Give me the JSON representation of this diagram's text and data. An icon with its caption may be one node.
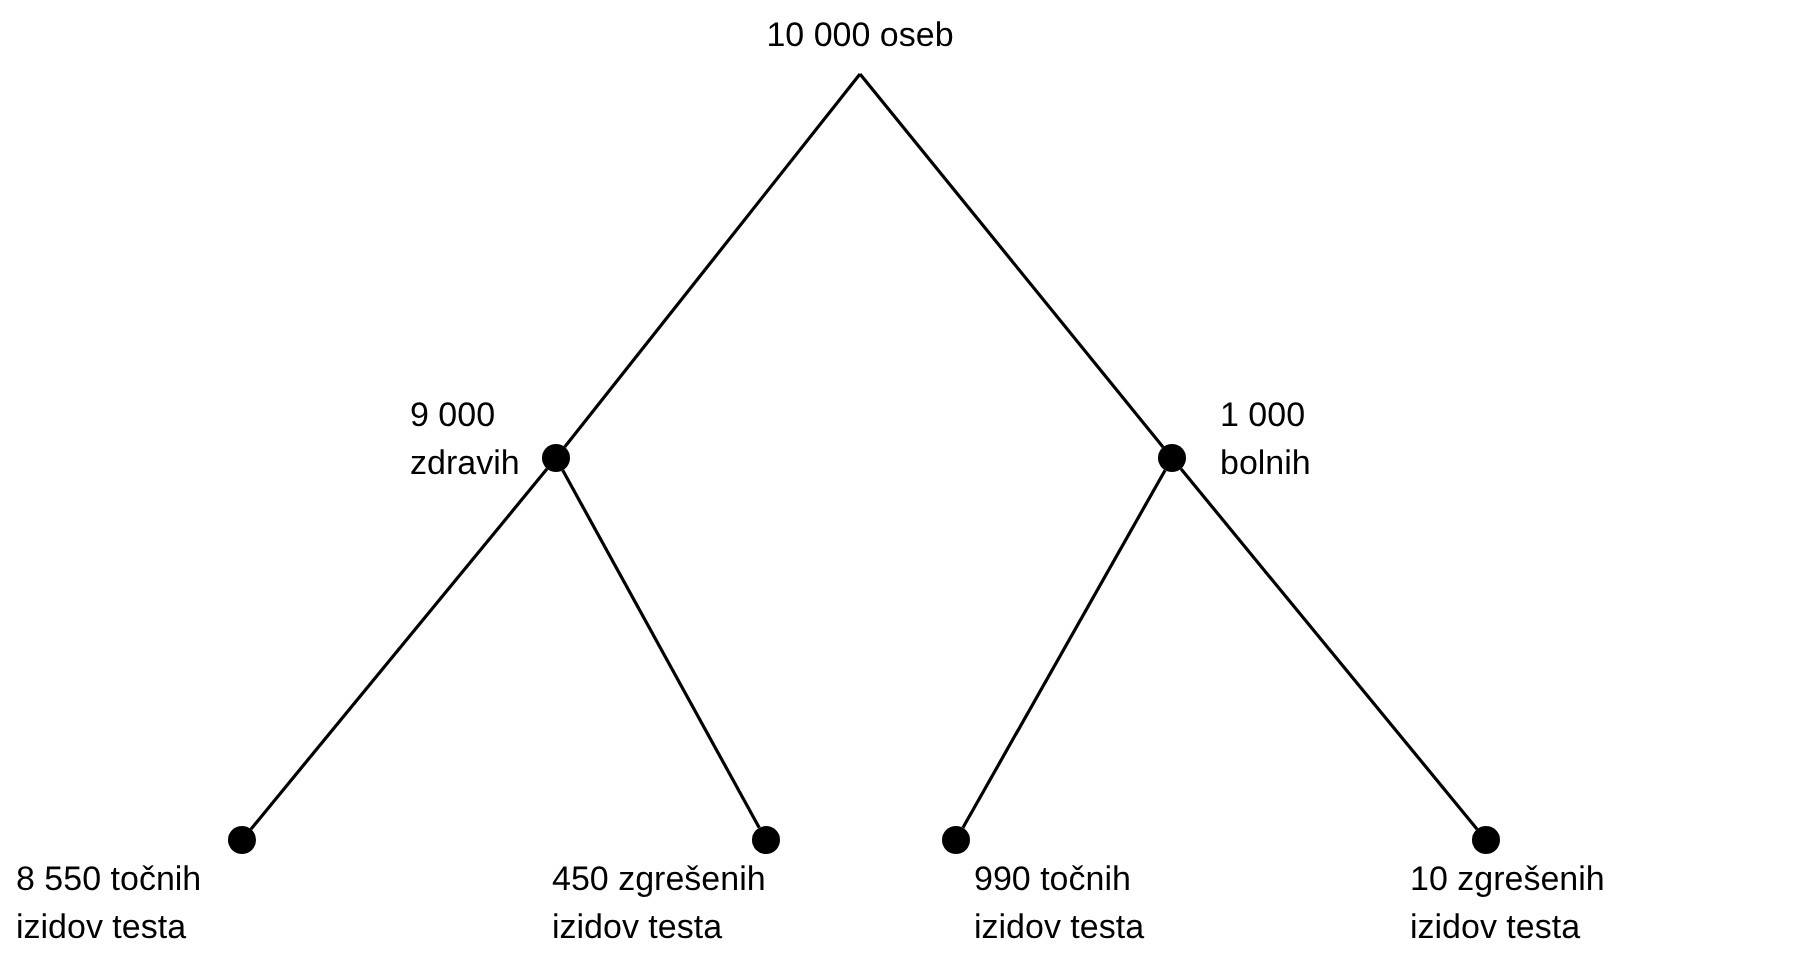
{
  "diagram": {
    "nodes": [
      {
        "text": [
          "10 000 oseb"
        ]
      },
      {
        "text": [],
        "shape": "circle",
        "beside": [
          "9 000 zdravih"
        ]
      },
      {
        "text": [],
        "shape": "circle",
        "beside": [
          "1 000 bolnih"
        ]
      },
      {
        "text": [],
        "shape": "circle",
        "beside": [
          "8 550 točnih izidov testa"
        ]
      },
      {
        "text": [],
        "shape": "circle",
        "beside": [
          "450 zgrešenih izidov testa"
        ]
      },
      {
        "text": [],
        "shape": "circle",
        "beside": [
          "990 točnih izidov testa"
        ]
      },
      {
        "text": [],
        "shape": "circle",
        "beside": [
          "10 zgrešenih izidov testa"
        ]
      }
    ],
    "edges": [
      {
        "from": 0,
        "to": 1,
        "arrow": "none"
      },
      {
        "from": 0,
        "to": 2,
        "arrow": "none"
      },
      {
        "from": 1,
        "to": 3,
        "arrow": "none"
      },
      {
        "from": 1,
        "to": 4,
        "arrow": "none"
      },
      {
        "from": 2,
        "to": 5,
        "arrow": "none"
      },
      {
        "from": 2,
        "to": 6,
        "arrow": "none"
      }
    ]
  }
}
